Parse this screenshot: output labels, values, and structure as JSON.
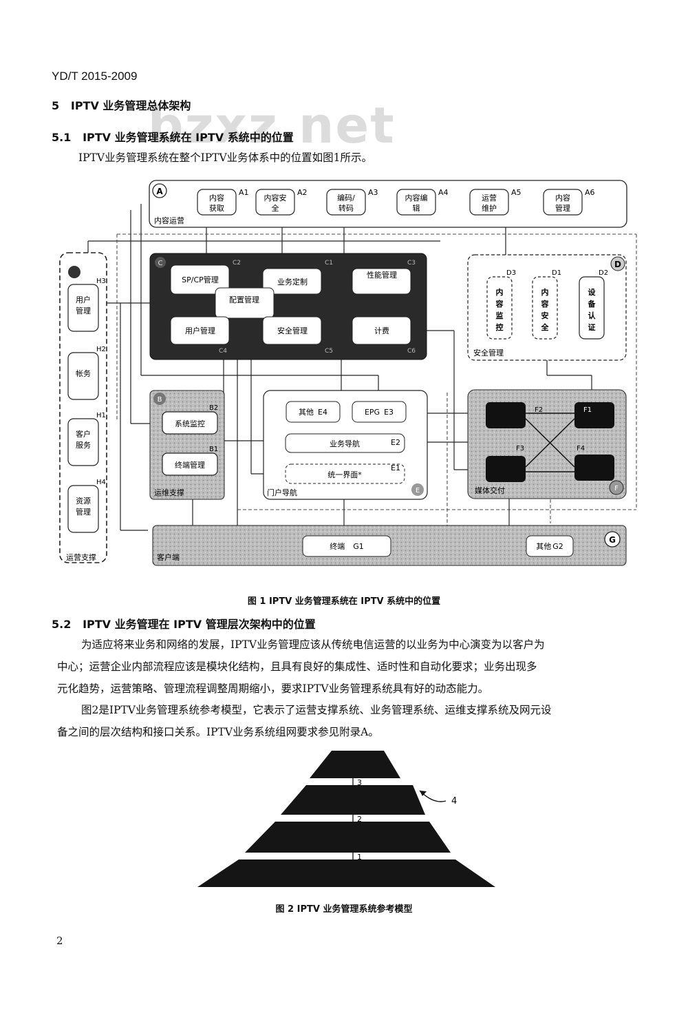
{
  "header": {
    "doc_id": "YD/T 2015-2009"
  },
  "watermark": "bzxz.net",
  "section5": {
    "num": "5",
    "title": "IPTV 业务管理总体架构"
  },
  "section51": {
    "num": "5.1",
    "title": "IPTV 业务管理系统在 IPTV 系统中的位置",
    "para": "IPTV业务管理系统在整个IPTV业务体系中的位置如图1所示。"
  },
  "fig1": {
    "caption": "图 1   IPTV 业务管理系统在 IPTV 系统中的位置",
    "A": {
      "circle": "A",
      "label": "内容运营",
      "items": [
        {
          "id": "A1",
          "l1": "内容",
          "l2": "获取"
        },
        {
          "id": "A2",
          "l1": "内容安",
          "l2": "全"
        },
        {
          "id": "A3",
          "l1": "编码/",
          "l2": "转码"
        },
        {
          "id": "A4",
          "l1": "内容编",
          "l2": "辑"
        },
        {
          "id": "A5",
          "l1": "运营",
          "l2": "维护"
        },
        {
          "id": "A6",
          "l1": "内容",
          "l2": "管理"
        }
      ]
    },
    "C": {
      "circle": "C",
      "sp": "SP/CP管理",
      "service": "业务定制",
      "perf": "性能管理",
      "config": "配置管理",
      "user": "用户管理",
      "security": "安全管理",
      "billing": "计费",
      "labels": [
        "C2",
        "C1",
        "C3",
        "C4",
        "C5",
        "C6"
      ]
    },
    "D": {
      "circle": "D",
      "label": "安全管理",
      "items": [
        {
          "id": "D3",
          "text": "内容监控"
        },
        {
          "id": "D1",
          "text": "内容安全"
        },
        {
          "id": "D2",
          "text": "设备认证"
        }
      ]
    },
    "H": {
      "label": "运营支撑",
      "items": [
        {
          "id": "H3",
          "text": "用户管理"
        },
        {
          "id": "H2",
          "text": "帐务"
        },
        {
          "id": "H1",
          "text": "客户服务"
        },
        {
          "id": "H4",
          "text": "资源管理"
        }
      ]
    },
    "B": {
      "circle": "B",
      "label": "运维支撑",
      "items": [
        {
          "id": "B2",
          "text": "系统监控"
        },
        {
          "id": "B1",
          "text": "终端管理"
        }
      ]
    },
    "E": {
      "circle": "E",
      "label": "门户导航",
      "other": "其他",
      "other_id": "E4",
      "epg": "EPG",
      "epg_id": "E3",
      "nav": "业务导航",
      "nav_id": "E2",
      "ui": "统一界面*",
      "ui_id": "E1"
    },
    "F": {
      "circle": "F",
      "label": "媒体交付",
      "ids": [
        "F2",
        "F1",
        "F3",
        "F4"
      ]
    },
    "G": {
      "circle": "G",
      "label": "客户端",
      "terminal": "终端",
      "terminal_id": "G1",
      "other": "其他",
      "other_id": "G2"
    }
  },
  "section52": {
    "num": "5.2",
    "title": "IPTV 业务管理在 IPTV 管理层次架构中的位置",
    "p1": [
      "为适应将来业务和网络的发展，IPTV业务管理应该从传统电信运营的以业务为中心演变为以客户为",
      "中心；运营企业内部流程应该是模块化结构，且具有良好的集成性、适时性和自动化要求；业务出现多",
      "元化趋势，运营策略、管理流程调整周期缩小，要求IPTV业务管理系统具有好的动态能力。"
    ],
    "p2": [
      "图2是IPTV业务管理系统参考模型，它表示了运营支撑系统、业务管理系统、运维支撑系统及网元设",
      "备之间的层次结构和接口关系。IPTV业务系统组网要求参见附录A。"
    ]
  },
  "fig2": {
    "caption": "图 2    IPTV 业务管理系统参考模型",
    "arrows": [
      "3",
      "2",
      "1"
    ],
    "callout": "4"
  },
  "page_number": "2"
}
